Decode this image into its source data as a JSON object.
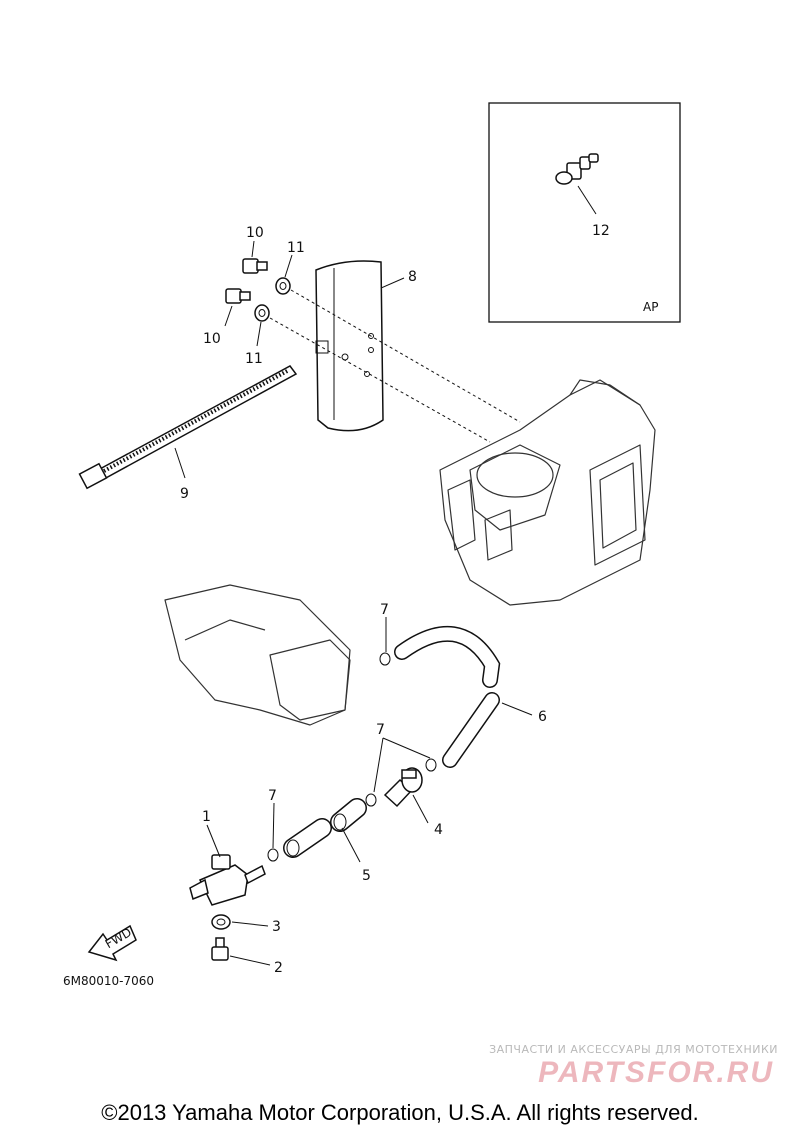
{
  "diagram_code": "6M80010-7060",
  "inset_label": "AP",
  "fwd_label": "FWD",
  "copyright": "©2013 Yamaha Motor Corporation, U.S.A. All rights reserved.",
  "watermark": {
    "tagline": "ЗАПЧАСТИ И АКСЕССУАРЫ ДЛЯ МОТОТЕХНИКИ",
    "logo": "PARTSFOR.RU"
  },
  "callouts": {
    "c1": "1",
    "c2": "2",
    "c3": "3",
    "c4": "4",
    "c5": "5",
    "c6": "6",
    "c7a": "7",
    "c7b": "7",
    "c7c": "7",
    "c8": "8",
    "c9": "9",
    "c10a": "10",
    "c10b": "10",
    "c11a": "11",
    "c11b": "11",
    "c12": "12"
  }
}
